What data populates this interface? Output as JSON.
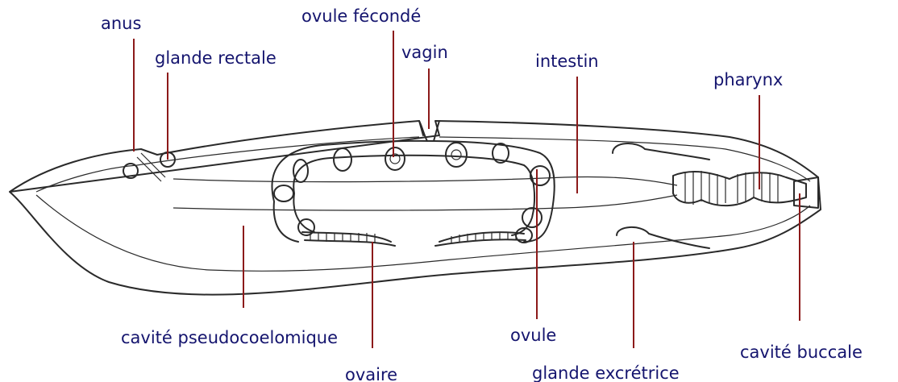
{
  "labels": {
    "anus": "anus",
    "glande_rectale": "glande rectale",
    "ovule_feconde": "ovule fécondé",
    "vagin": "vagin",
    "intestin": "intestin",
    "pharynx": "pharynx",
    "cavite_pseudocoelomique": "cavité pseudocoelomique",
    "ovaire": "ovaire",
    "ovule": "ovule",
    "glande_excretrice": "glande excrétrice",
    "cavite_buccale": "cavité buccale"
  }
}
